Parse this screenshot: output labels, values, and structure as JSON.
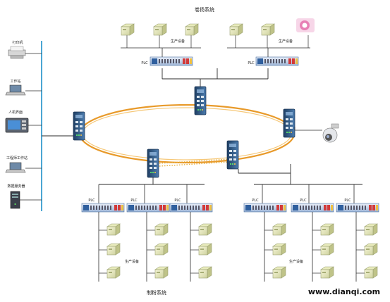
{
  "title_top": "卷扬系统",
  "title_bottom_left": "制粉系统",
  "title_bottom_right": "www.dianqi.com",
  "plc_label": "PLC",
  "production_equipment_label": "生产设备",
  "left_panel": {
    "devices": [
      {
        "label": "打印机",
        "icon": "printer-icon"
      },
      {
        "label": "工作站",
        "icon": "laptop-icon"
      },
      {
        "label": "人机界面",
        "icon": "hmi-panel-icon"
      },
      {
        "label": "工程师工作站",
        "icon": "laptop-icon"
      },
      {
        "label": "数据服务器",
        "icon": "server-icon"
      }
    ]
  },
  "network": {
    "ring_color": "#f0a030",
    "ring_inner_color": "#f6c878",
    "link_color": "#2b2b2b",
    "switch_color": "#2e5a86",
    "plc_color": "#3b78c8"
  }
}
